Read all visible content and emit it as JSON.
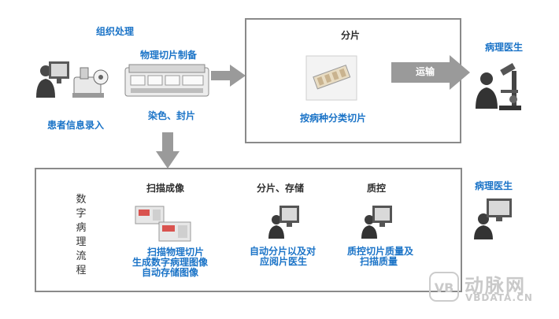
{
  "top_left": {
    "tissue_processing": "组织处理",
    "physical_slicing": "物理切片制备",
    "patient_info_entry": "患者信息录入",
    "staining_mounting": "染色、封片"
  },
  "sorting_box": {
    "title": "分片",
    "caption": "按病种分类切片"
  },
  "transport_label": "运输",
  "pathologist_top": "病理医生",
  "pathologist_bottom": "病理医生",
  "digital_box": {
    "side_label": [
      "数",
      "字",
      "病",
      "理",
      "流",
      "程"
    ],
    "scan": {
      "title": "扫描成像",
      "lines": [
        "扫描物理切片",
        "生成数字病理图像",
        "自动存储图像"
      ]
    },
    "store": {
      "title": "分片、存储",
      "lines": [
        "自动分片以及对",
        "应阅片医生"
      ]
    },
    "qc": {
      "title": "质控",
      "lines": [
        "质控切片质量及",
        "扫描质量"
      ]
    }
  },
  "watermark": {
    "brand": "动脉网",
    "site": "VBDATA.CN"
  },
  "colors": {
    "accent_text": "#1a73c7",
    "box_border": "#8a8a8a",
    "arrow": "#9a9a9a"
  }
}
